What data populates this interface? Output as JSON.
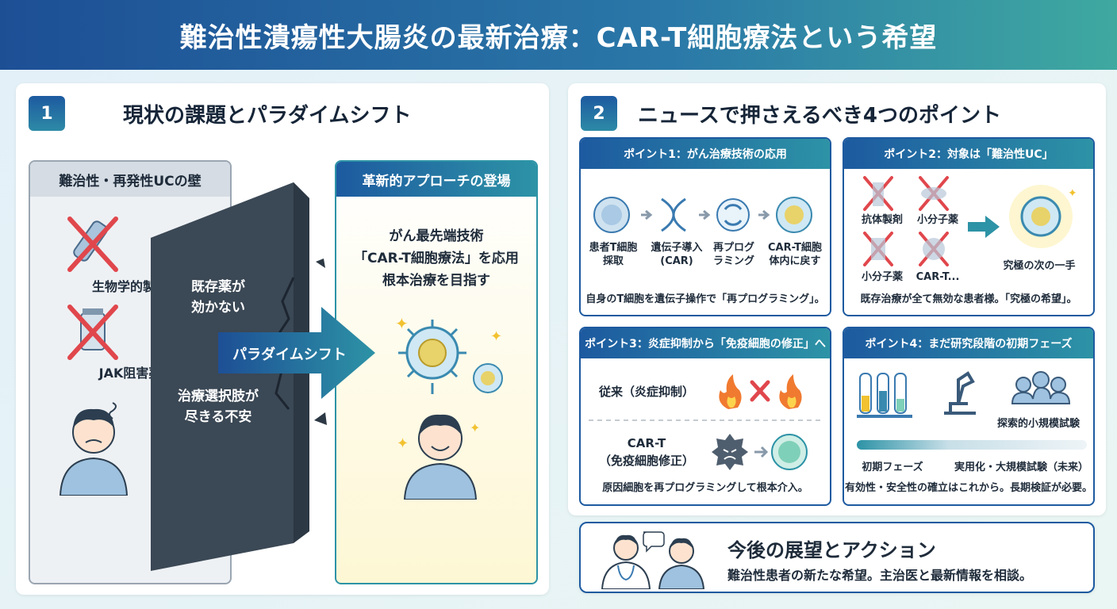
{
  "header": {
    "title": "難治性潰瘍性大腸炎の最新治療：CAR-T細胞療法という希望"
  },
  "section1": {
    "number": "1",
    "title": "現状の課題とパラダイムシフト",
    "wall_box_title": "難治性・再発性UCの壁",
    "drug1": "生物学的製剤",
    "drug2": "JAK阻害薬",
    "wall_text1_a": "既存薬が",
    "wall_text1_b": "効かない",
    "wall_text2_a": "治療選択肢が",
    "wall_text2_b": "尽きる不安",
    "arrow_label": "パラダイムシフト",
    "new_box_title": "革新的アプローチの登場",
    "new_line1": "がん最先端技術",
    "new_line2": "「CAR-T細胞療法」を応用",
    "new_line3": "根本治療を目指す"
  },
  "section2": {
    "number": "2",
    "title": "ニュースで押さえるべき4つのポイント",
    "point1": {
      "title": "ポイント1：がん治療技術の応用",
      "steps": [
        [
          "患者T細胞",
          "採取"
        ],
        [
          "遺伝子導入",
          "(CAR)"
        ],
        [
          "再プログ",
          "ラミング"
        ],
        [
          "CAR-T細胞",
          "体内に戻す"
        ]
      ],
      "caption": "自身のT細胞を遺伝子操作で「再プログラミング」。"
    },
    "point2": {
      "title": "ポイント2：対象は「難治性UC」",
      "labels": [
        "抗体製剤",
        "小分子薬",
        "小分子薬",
        "CAR-T..."
      ],
      "result": "究極の次の一手",
      "caption": "既存治療が全て無効な患者様。「究極の希望」。"
    },
    "point3": {
      "title": "ポイント3：炎症抑制から「免疫細胞の修正」へ",
      "row1": "従来（炎症抑制）",
      "row2_a": "CAR-T",
      "row2_b": "（免疫細胞修正）",
      "caption": "原因細胞を再プログラミングして根本介入。"
    },
    "point4": {
      "title": "ポイント4：まだ研究段階の初期フェーズ",
      "trial": "探索的小規模試験",
      "phase_start": "初期フェーズ",
      "phase_end": "実用化・大規模試験（未来）",
      "caption": "有効性・安全性の確立はこれから。長期検証が必要。"
    }
  },
  "outlook": {
    "title": "今後の展望とアクション",
    "text": "難治性患者の新たな希望。主治医と最新情報を相談。"
  },
  "colors": {
    "primary": "#1d5aa0",
    "teal": "#2d93a6",
    "red": "#e0474c"
  }
}
